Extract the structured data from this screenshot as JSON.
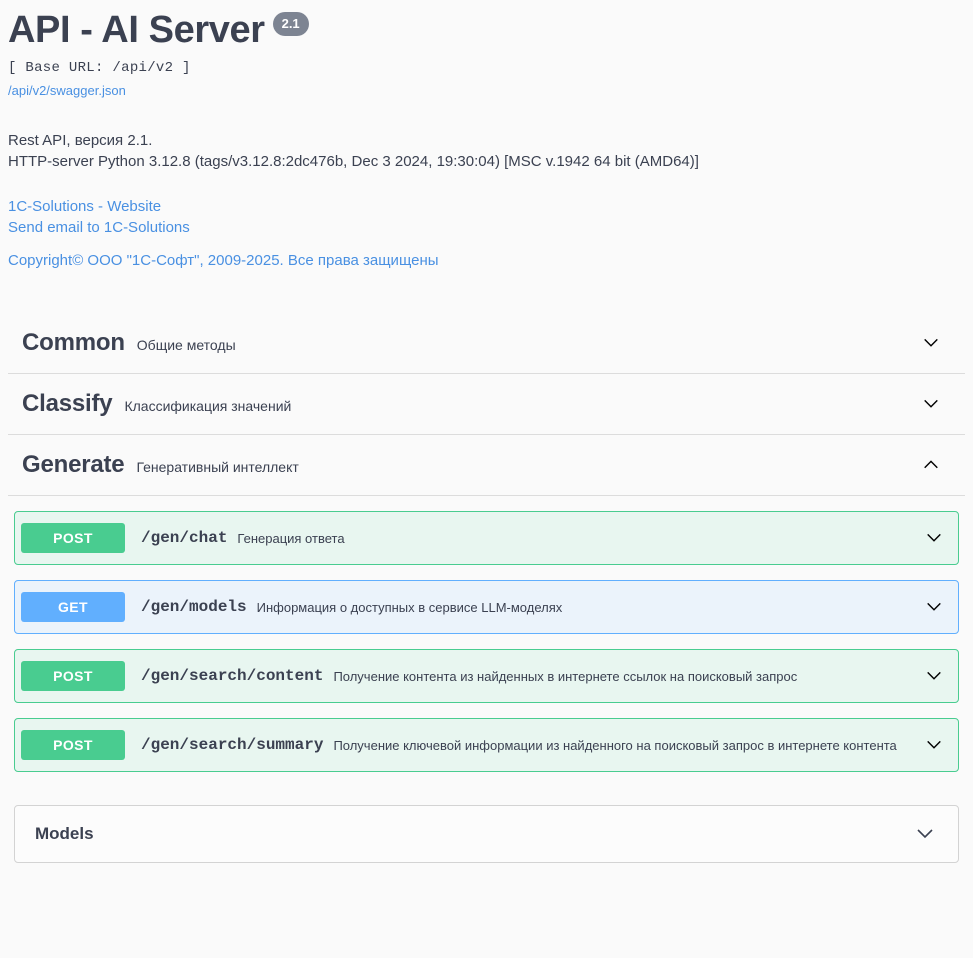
{
  "header": {
    "title": "API - AI Server",
    "version": "2.1",
    "base_url": "[ Base URL: /api/v2 ]",
    "spec_link": "/api/v2/swagger.json"
  },
  "description": {
    "line1": "Rest API, версия 2.1.",
    "line2": "HTTP-server Python 3.12.8 (tags/v3.12.8:2dc476b, Dec 3 2024, 19:30:04) [MSC v.1942 64 bit (AMD64)]"
  },
  "contact": {
    "website": "1C-Solutions - Website",
    "email": "Send email to 1C-Solutions"
  },
  "license": {
    "text": "Copyright© ООО \"1С-Софт\", 2009-2025. Все права защищены"
  },
  "tags": [
    {
      "name": "Common",
      "description": "Общие методы",
      "expanded": false,
      "arrow_icon": "chevron-down-icon",
      "operations": []
    },
    {
      "name": "Classify",
      "description": "Классификация значений",
      "expanded": false,
      "arrow_icon": "chevron-down-icon",
      "operations": []
    },
    {
      "name": "Generate",
      "description": "Генеративный интеллект",
      "expanded": true,
      "arrow_icon": "chevron-up-icon",
      "operations": [
        {
          "method": "POST",
          "method_color": "#49cc90",
          "path": "/gen/chat",
          "summary": "Генерация ответа",
          "arrow_icon": "chevron-down-icon"
        },
        {
          "method": "GET",
          "method_color": "#61affe",
          "path": "/gen/models",
          "summary": "Информация о доступных в сервисе LLM-моделях",
          "arrow_icon": "chevron-down-icon"
        },
        {
          "method": "POST",
          "method_color": "#49cc90",
          "path": "/gen/search/content",
          "summary": "Получение контента из найденных в интернете ссылок на поисковый запрос",
          "arrow_icon": "chevron-down-icon"
        },
        {
          "method": "POST",
          "method_color": "#49cc90",
          "path": "/gen/search/summary",
          "summary": "Получение ключевой информации из найденного на поисковый запрос в интернете контента",
          "arrow_icon": "chevron-down-icon"
        }
      ]
    }
  ],
  "models_section": {
    "title": "Models",
    "expanded": false,
    "arrow_icon": "chevron-down-icon"
  },
  "colors": {
    "background": "#fafafa",
    "text": "#3b4151",
    "link": "#4990e2",
    "version_badge": "#7d8492",
    "post": "#49cc90",
    "post_bg": "#e8f6f0",
    "get": "#61affe",
    "get_bg": "#ebf3fb"
  }
}
